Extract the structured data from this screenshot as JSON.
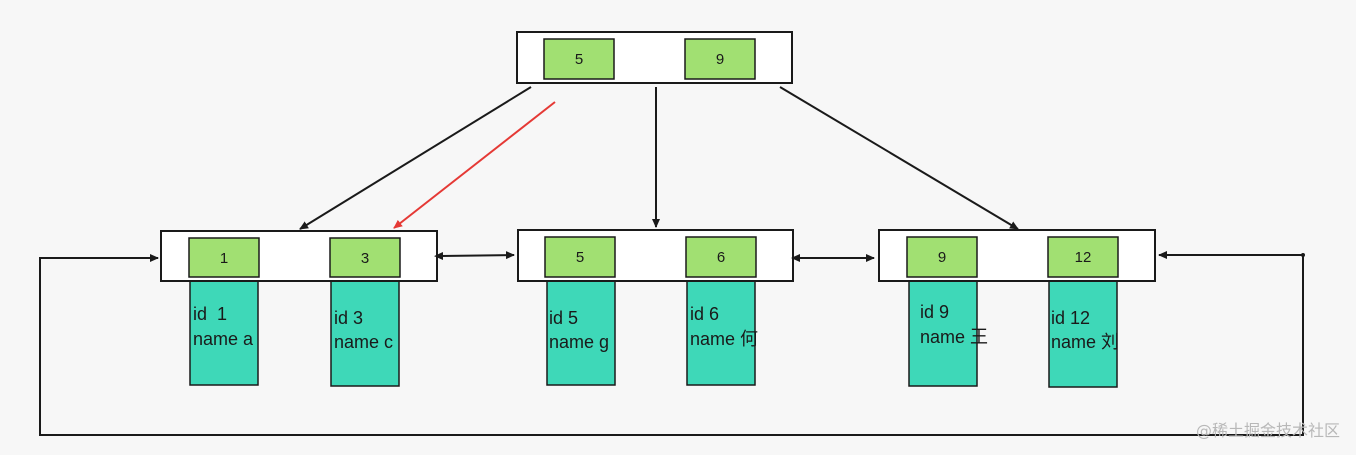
{
  "root": {
    "keys": [
      "5",
      "9"
    ]
  },
  "leaves": [
    {
      "keys": [
        "1",
        "3"
      ],
      "records": [
        {
          "id": "id  1",
          "name": "name a"
        },
        {
          "id": "id 3",
          "name": "name c"
        }
      ]
    },
    {
      "keys": [
        "5",
        "6"
      ],
      "records": [
        {
          "id": "id 5",
          "name": "name g"
        },
        {
          "id": "id 6",
          "name": "name 何"
        }
      ]
    },
    {
      "keys": [
        "9",
        "12"
      ],
      "records": [
        {
          "id": "id 9",
          "name": "name 王"
        },
        {
          "id": "id 12",
          "name": "name 刘"
        }
      ]
    }
  ],
  "watermark": "@稀土掘金技术社区",
  "colors": {
    "key_fill": "#a1e072",
    "data_fill": "#3ed8b8",
    "highlight_edge": "#e53935",
    "edge": "#1a1a1a"
  }
}
